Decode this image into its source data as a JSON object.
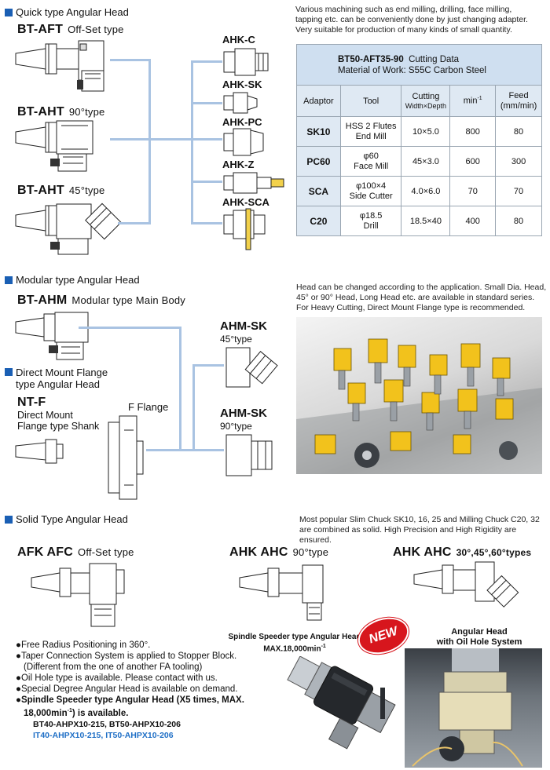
{
  "quick": {
    "heading": "Quick type Angular Head",
    "intro": [
      "Various machining such as end milling, drilling, face milling,",
      "tapping etc. can be conveniently done by just changing adapter.",
      "Very suitable for production of many kinds of small quantity."
    ],
    "types": [
      {
        "name": "BT-AFT",
        "sub": "Off-Set type"
      },
      {
        "name": "BT-AHT",
        "sub": "90°type"
      },
      {
        "name": "BT-AHT",
        "sub": "45°type"
      }
    ],
    "adapters": [
      "AHK-C",
      "AHK-SK",
      "AHK-PC",
      "AHK-Z",
      "AHK-SCA"
    ]
  },
  "table": {
    "title_code": "BT50-AFT35-90",
    "title_text": "Cutting Data",
    "material": "Material of Work: S55C Carbon Steel",
    "headers": {
      "adaptor": "Adaptor",
      "tool": "Tool",
      "cutting": "Cutting",
      "cutting_sub": "Width×Depth",
      "rpm": "min",
      "rpm_sup": "-1",
      "feed": "Feed",
      "feed_sub": "(mm/min)"
    },
    "rows": [
      {
        "adaptor": "SK10",
        "tool1": "HSS 2 Flutes",
        "tool2": "End Mill",
        "cutting": "10×5.0",
        "rpm": "800",
        "feed": "80"
      },
      {
        "adaptor": "PC60",
        "tool1": "φ60",
        "tool2": "Face Mill",
        "cutting": "45×3.0",
        "rpm": "600",
        "feed": "300"
      },
      {
        "adaptor": "SCA",
        "tool1": "φ100×4",
        "tool2": "Side Cutter",
        "cutting": "4.0×6.0",
        "rpm": "70",
        "feed": "70"
      },
      {
        "adaptor": "C20",
        "tool1": "φ18.5",
        "tool2": "Drill",
        "cutting": "18.5×40",
        "rpm": "400",
        "feed": "80"
      }
    ]
  },
  "modular": {
    "heading": "Modular type Angular Head",
    "main_name": "BT-AHM",
    "main_sub": "Modular type Main Body",
    "direct_heading_1": "Direct Mount Flange",
    "direct_heading_2": "type Angular Head",
    "ntf_name": "NT-F",
    "ntf_sub1": "Direct Mount",
    "ntf_sub2": "Flange type Shank",
    "flange": "F Flange",
    "heads": [
      {
        "name": "AHM-SK",
        "sub": "45°type"
      },
      {
        "name": "AHM-SK",
        "sub": "90°type"
      }
    ],
    "intro": [
      "Head can be changed according to the application. Small Dia. Head,",
      "45° or 90° Head, Long Head etc. are available in standard series.",
      "For Heavy Cutting, Direct Mount Flange type is recommended."
    ]
  },
  "solid": {
    "heading": "Solid Type Angular Head",
    "intro": [
      "Most popular Slim Chuck SK10, 16, 25 and Milling Chuck C20, 32",
      "are combined as solid. High Precision and High Rigidity are ensured."
    ],
    "types": [
      {
        "name": "AFK AFC",
        "sub": "Off-Set type"
      },
      {
        "name": "AHK AHC",
        "sub": "90°type"
      },
      {
        "name": "AHK AHC",
        "sub": "30°,45°,60°types"
      }
    ],
    "speeder_caption_1": "Spindle Speeder type Angular Head",
    "speeder_caption_2": "MAX.18,000min",
    "speeder_caption_sup": "-1",
    "new_badge": "NEW",
    "oil_caption_1": "Angular Head",
    "oil_caption_2": "with Oil Hole System",
    "bullets": [
      "●Free Radius Positioning in 360°.",
      "●Taper Connection System is applied to Stopper Block.",
      "  (Different from the one of another FA tooling)",
      "●Oil Hole type is available. Please contact with us.",
      "●Special Degree Angular Head is available on demand."
    ],
    "bullet_bold_1": "●Spindle Speeder type Angular Head (X5 times, MAX.",
    "bullet_bold_2": "18,000min",
    "bullet_bold_2_sup": "-1",
    "bullet_bold_2_end": ") is available.",
    "models_bt": "BT40-AHPX10-215, BT50-AHPX10-206",
    "models_it": "IT40-AHPX10-215, IT50-AHPX10-206"
  },
  "colors": {
    "accent": "#1a5fb4",
    "line": "#a9c3e2",
    "table_head": "#dfe9f3",
    "blue_text": "#1f6fc6",
    "new_red": "#d7161d"
  }
}
